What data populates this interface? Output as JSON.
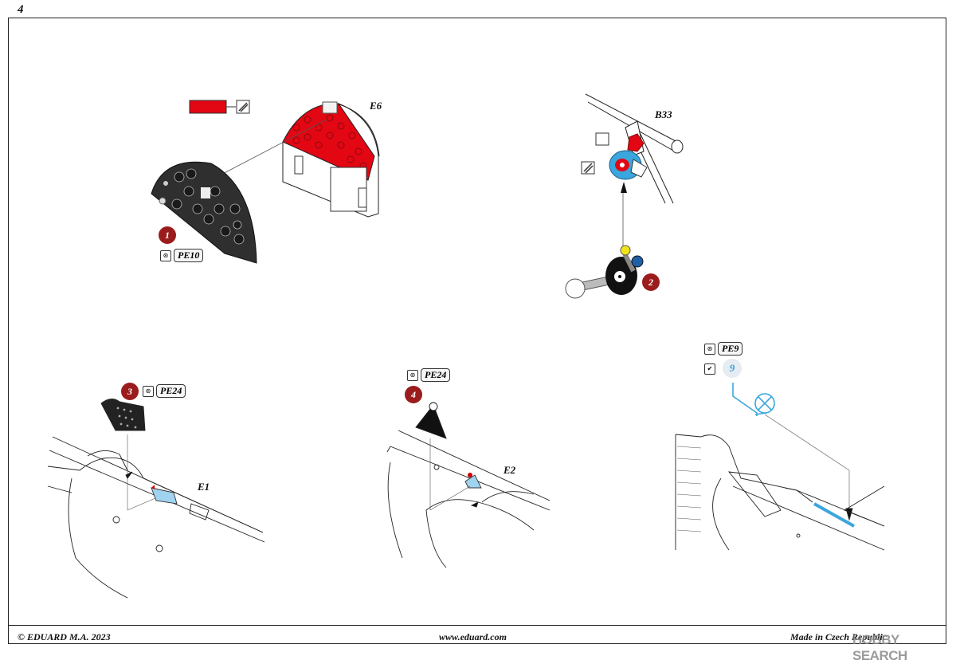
{
  "page": {
    "number": "4"
  },
  "footer": {
    "copyright": "© EDUARD  M.A. 2023",
    "website": "www.eduard.com",
    "origin": "Made in Czech Republic",
    "watermark": "HOBBY SEARCH"
  },
  "labels": {
    "e6": "E6",
    "b33": "B33",
    "e1": "E1",
    "e2": "E2"
  },
  "steps": [
    {
      "number": "1",
      "part": "PE10"
    },
    {
      "number": "2"
    },
    {
      "number": "3",
      "part": "PE24"
    },
    {
      "number": "4",
      "part": "PE24"
    },
    {
      "number": "9",
      "part": "PE9"
    }
  ],
  "colors": {
    "red": "#e30613",
    "blue": "#3ba6dd",
    "light_blue": "#9fd3f0",
    "yellow": "#f2e21a",
    "dark_blue": "#1f5fa8",
    "step_red": "#9b1c1c",
    "panel_dark": "#2f2f2f"
  },
  "icons": [
    "paint-swatch-icon",
    "glue-icon",
    "photo-etch-icon",
    "check-icon"
  ]
}
